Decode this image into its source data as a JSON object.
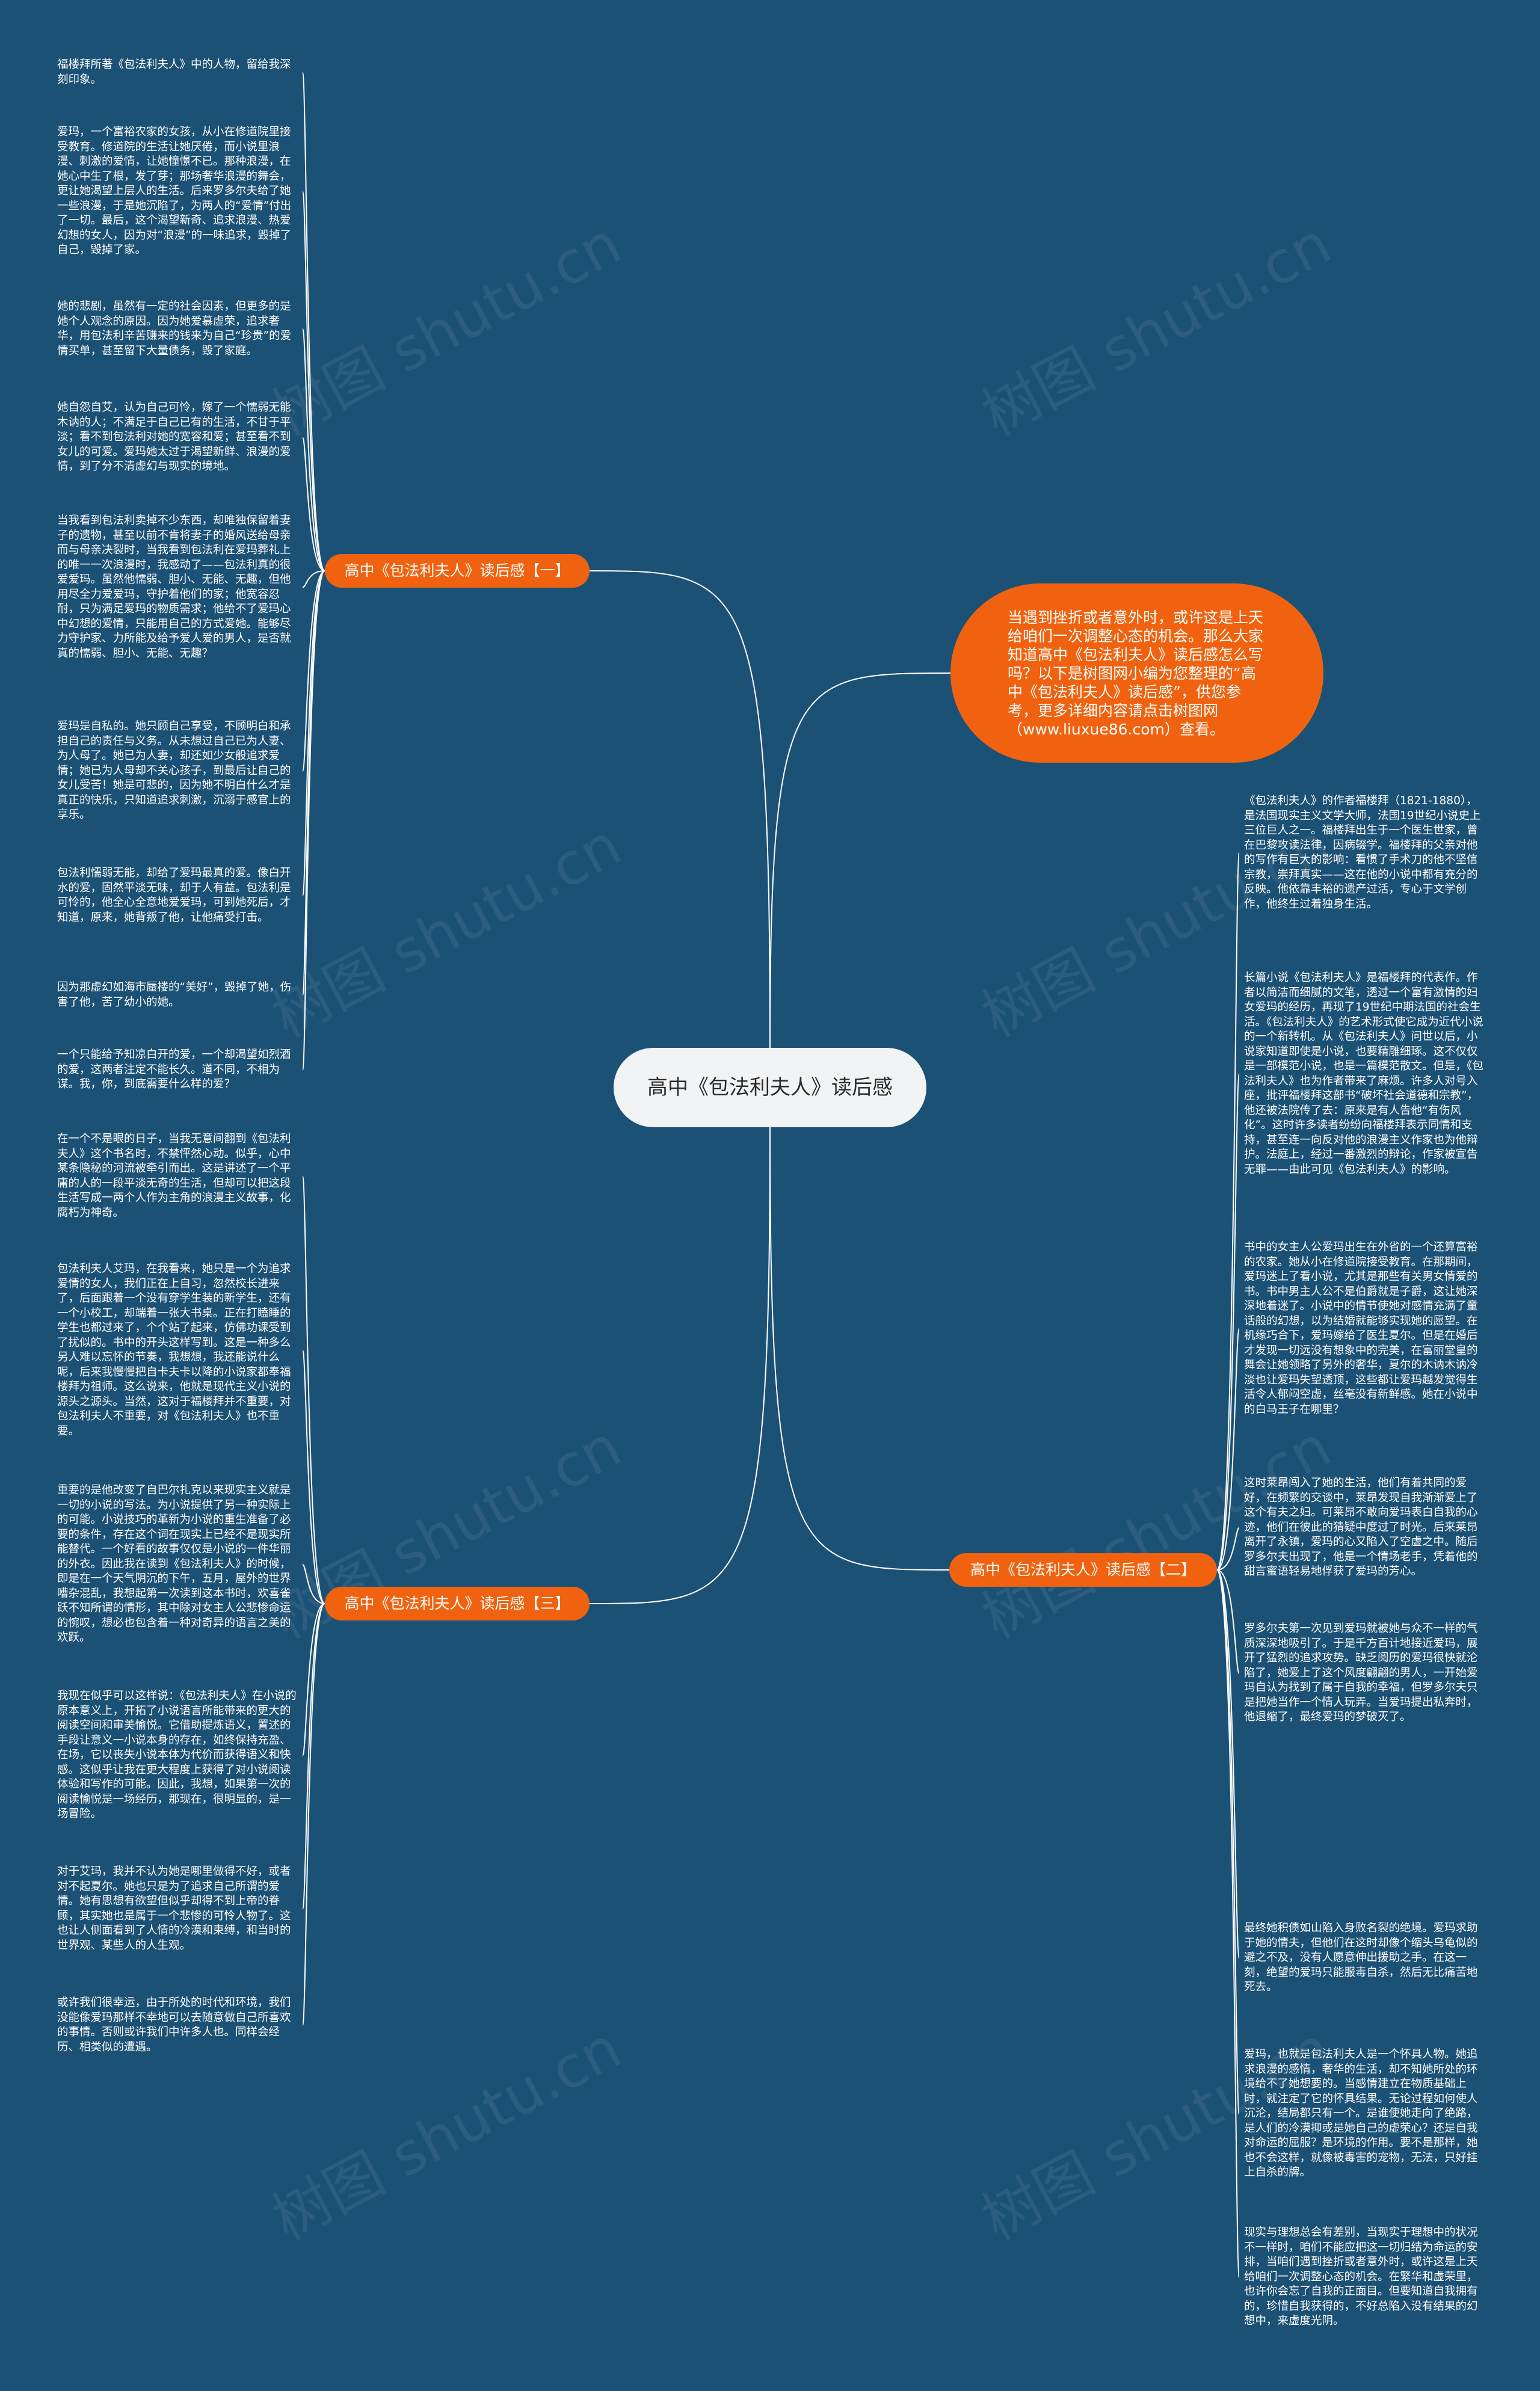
{
  "root": {
    "title": "高中《包法利夫人》读后感"
  },
  "intro": {
    "text": "当遇到挫折或者意外时，或许这是上天给咱们一次调整心态的机会。那么大家知道高中《包法利夫人》读后感怎么写吗？以下是树图网小编为您整理的“高中《包法利夫人》读后感”，供您参考，更多详细内容请点击树图网（www.liuxue86.com）查看。"
  },
  "branches": [
    {
      "label": "高中《包法利夫人》读后感【一】",
      "leaves": [
        "福楼拜所著《包法利夫人》中的人物，留给我深刻印象。",
        "爱玛，一个富裕农家的女孩，从小在修道院里接受教育。修道院的生活让她厌倦，而小说里浪漫、刺激的爱情，让她憧憬不已。那种浪漫，在她心中生了根，发了芽；那场奢华浪漫的舞会，更让她渴望上层人的生活。后来罗多尔夫给了她一些浪漫，于是她沉陷了，为两人的“爱情”付出了一切。最后，这个渴望新奇、追求浪漫、热爱幻想的女人，因为对“浪漫”的一味追求，毁掉了自己，毁掉了家。",
        "她的悲剧，虽然有一定的社会因素，但更多的是她个人观念的原因。因为她爱慕虚荣，追求奢华，用包法利辛苦赚来的钱来为自己“珍贵”的爱情买单，甚至留下大量债务，毁了家庭。",
        "她自怨自艾，认为自己可怜，嫁了一个懦弱无能木讷的人；不满足于自己已有的生活，不甘于平淡；看不到包法利对她的宽容和爱；甚至看不到女儿的可爱。爱玛她太过于渴望新鲜、浪漫的爱情，到了分不清虚幻与现实的境地。",
        "当我看到包法利卖掉不少东西，却唯独保留着妻子的遗物，甚至以前不肯将妻子的婚风送给母亲而与母亲决裂时，当我看到包法利在爱玛葬礼上的唯一一次浪漫时，我感动了——包法利真的很爱爱玛。虽然他懦弱、胆小、无能、无趣，但他用尽全力爱爱玛，守护着他们的家；他宽容忍耐，只为满足爱玛的物质需求；他给不了爱玛心中幻想的爱情，只能用自己的方式爱她。能够尽力守护家、力所能及给予爱人爱的男人，是否就真的懦弱、胆小、无能、无趣？",
        "爱玛是自私的。她只顾自己享受，不顾明白和承担自己的责任与义务。从未想过自己已为人妻、为人母了。她已为人妻，却还如少女般追求爱情；她已为人母却不关心孩子，到最后让自己的女儿受苦！她是可悲的，因为她不明白什么才是真正的快乐，只知道追求刺激，沉溺于感官上的享乐。",
        "包法利懦弱无能，却给了爱玛最真的爱。像白开水的爱，固然平淡无味，却于人有益。包法利是可怜的，他全心全意地爱爱玛，可到她死后，才知道，原来，她背叛了他，让他痛受打击。",
        "因为那虚幻如海市蜃楼的“美好”，毁掉了她，伤害了他，苦了幼小的她。",
        "一个只能给予知凉白开的爱，一个却渴望如烈酒的爱，这两者注定不能长久。道不同，不相为谋。我，你，到底需要什么样的爱？"
      ]
    },
    {
      "label": "高中《包法利夫人》读后感【二】",
      "leaves": [
        "《包法利夫人》的作者福楼拜（1821-1880），是法国现实主义文学大师，法国19世纪小说史上三位巨人之一。福楼拜出生于一个医生世家，曾在巴黎攻读法律，因病辍学。福楼拜的父亲对他的写作有巨大的影响：看惯了手术刀的他不坚信宗教，崇拜真实——这在他的小说中都有充分的反映。他依靠丰裕的遗产过活，专心于文学创作，他终生过着独身生活。",
        "长篇小说《包法利夫人》是福楼拜的代表作。作者以简洁而细腻的文笔，透过一个富有激情的妇女爱玛的经历，再现了19世纪中期法国的社会生活。《包法利夫人》的艺术形式使它成为近代小说的一个新转机。从《包法利夫人》问世以后，小说家知道即使是小说，也要精雕细琢。这不仅仅是一部模范小说，也是一篇模范散文。但是，《包法利夫人》也为作者带来了麻烦。许多人对号入座，批评福楼拜这部书“破坏社会道德和宗教”，他还被法院传了去：原来是有人告他“有伤风化”。这时许多读者纷纷向福楼拜表示同情和支持，甚至连一向反对他的浪漫主义作家也为他辩护。法庭上，经过一番激烈的辩论，作家被宣告无罪——由此可见《包法利夫人》的影响。",
        "书中的女主人公爱玛出生在外省的一个还算富裕的农家。她从小在修道院接受教育。在那期间，爱玛迷上了看小说，尤其是那些有关男女情爱的书。书中男主人公不是伯爵就是子爵，这让她深深地着迷了。小说中的情节使她对感情充满了童话般的幻想，以为结婚就能够实现她的愿望。在机缘巧合下，爱玛嫁给了医生夏尔。但是在婚后才发现一切远没有想象中的完美，在富丽堂皇的舞会让她领略了另外的奢华，夏尔的木讷木讷冷淡也让爱玛失望透顶，这些都让爱玛越发觉得生活令人郁闷空虚，丝毫没有新鲜感。她在小说中的白马王子在哪里？",
        "这时莱昂闯入了她的生活，他们有着共同的爱好，在频繁的交谈中，莱昂发现自我渐渐爱上了这个有夫之妇。可莱昂不敢向爱玛表白自我的心迹，他们在彼此的猜疑中度过了时光。后来莱昂离开了永镇，爱玛的心又陷入了空虚之中。随后罗多尔夫出现了，他是一个情场老手，凭着他的甜言蜜语轻易地俘获了爱玛的芳心。",
        "罗多尔夫第一次见到爱玛就被她与众不一样的气质深深地吸引了。于是千方百计地接近爱玛，展开了猛烈的追求攻势。缺乏阅历的爱玛很快就沦陷了，她爱上了这个风度翩翩的男人，一开始爱玛自认为找到了属于自我的幸福，但罗多尔夫只是把她当作一个情人玩弄。当爱玛提出私奔时，他退缩了，最终爱玛的梦破灭了。",
        "最终她积债如山陷入身败名裂的绝境。爱玛求助于她的情夫，但他们在这时却像个缩头乌龟似的避之不及，没有人愿意伸出援助之手。在这一刻，绝望的爱玛只能服毒自杀，然后无比痛苦地死去。",
        "爱玛，也就是包法利夫人是一个怀具人物。她追求浪漫的感情，奢华的生活，却不知她所处的环境给不了她想要的。当感情建立在物质基础上时，就注定了它的怀具结果。无论过程如何使人沉沦，结局都只有一个。是谁使她走向了绝路，是人们的冷漠抑或是她自己的虚荣心？还是自我对命运的屈服？是环境的作用。要不是那样，她也不会这样，就像被毒害的宠物，无法，只好挂上自杀的牌。",
        "现实与理想总会有差别，当现实于理想中的状况不一样时，咱们不能应把这一切归结为命运的安排，当咱们遇到挫折或者意外时，或许这是上天给咱们一次调整心态的机会。在繁华和虚荣里，也许你会忘了自我的正面目。但要知道自我拥有的，珍惜自我获得的，不好总陷入没有结果的幻想中，来虚度光阴。"
      ]
    },
    {
      "label": "高中《包法利夫人》读后感【三】",
      "leaves": [
        "在一个不是眼的日子，当我无意间翻到《包法利夫人》这个书名时，不禁怦然心动。似乎，心中某条隐秘的河流被牵引而出。这是讲述了一个平庸的人的一段平淡无奇的生活，但却可以把这段生活写成一两个人作为主角的浪漫主义故事，化腐朽为神奇。",
        "包法利夫人艾玛，在我看来，她只是一个为追求爱情的女人，我们正在上自习，忽然校长进来了，后面跟着一个没有穿学生装的新学生，还有一个小校工，却端着一张大书桌。正在打瞌睡的学生也都过来了，个个站了起来，仿佛功课受到了扰似的。书中的开头这样写到。这是一种多么另人难以忘怀的节奏，我想想，我还能说什么呢，后来我慢慢把自卡夫卡以降的小说家都奉福楼拜为祖师。这么说来，他就是现代主义小说的源头之源头。当然，这对于福楼拜并不重要，对包法利夫人不重要，对《包法利夫人》也不重要。",
        "重要的是他改变了自巴尔扎克以来现实主义就是一切的小说的写法。为小说提供了另一种实际上的可能。小说技巧的革新为小说的重生准备了必要的条件，存在这个词在现实上已经不是现实所能替代。一个好看的故事仅仅是小说的一件华丽的外衣。因此我在读到《包法利夫人》的时候，即是在一个天气阴沉的下午，五月，屋外的世界嘈杂混乱，我想起第一次读到这本书时，欢喜雀跃不知所谓的情形，其中除对女主人公悲惨命运的惋叹，想必也包含着一种对奇异的语言之美的欢跃。",
        "我现在似乎可以这样说：《包法利夫人》在小说的原本意义上，开拓了小说语言所能带来的更大的阅读空间和审美愉悦。它借助提炼语义，置述的手段让意义一小说本身的存在，如终保持充盈、在场，它以丧失小说本体为代价而获得语义和快感。这似乎让我在更大程度上获得了对小说阅读体验和写作的可能。因此，我想，如果第一次的阅读愉悦是一场经历，那现在，很明显的，是一场冒险。",
        "对于艾玛，我并不认为她是哪里做得不好，或者对不起夏尔。她也只是为了追求自己所谓的爱情。她有思想有欲望但似乎却得不到上帝的眷顾，其实她也是属于一个悲惨的可怜人物了。这也让人侧面看到了人情的冷漠和束缚，和当时的世界观、某些人的人生观。",
        "或许我们很幸运，由于所处的时代和环境，我们没能像爱玛那样不幸地可以去随意做自己所喜欢的事情。否则或许我们中许多人也。同样会经历、相类似的遭遇。"
      ]
    }
  ]
}
